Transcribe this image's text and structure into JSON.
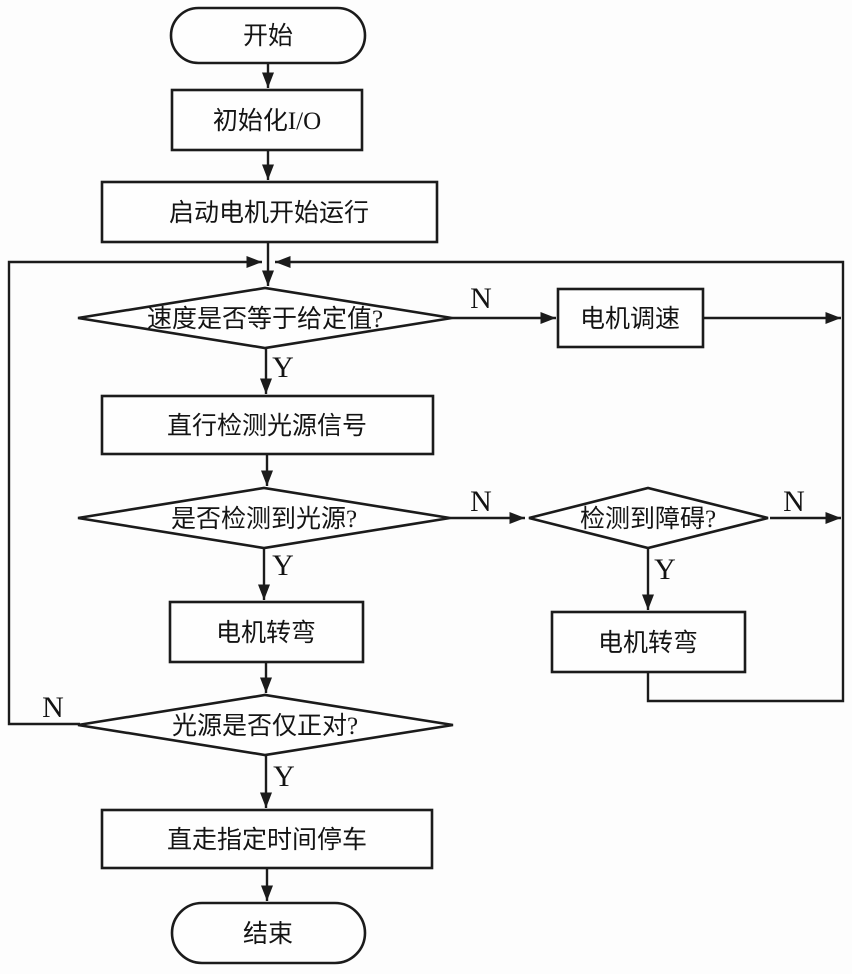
{
  "flowchart": {
    "title_implicit": "",
    "nodes": {
      "start": {
        "type": "terminator",
        "label": "开始"
      },
      "init_io": {
        "type": "process",
        "label": "初始化I/O"
      },
      "start_motor": {
        "type": "process",
        "label": "启动电机开始运行"
      },
      "speed_equal": {
        "type": "decision",
        "label": "速度是否等于给定值?"
      },
      "motor_speed_adjust": {
        "type": "process",
        "label": "电机调速"
      },
      "straight_detect_light": {
        "type": "process",
        "label": "直行检测光源信号"
      },
      "light_detected": {
        "type": "decision",
        "label": "是否检测到光源?"
      },
      "obstacle_detected": {
        "type": "decision",
        "label": "检测到障碍?"
      },
      "motor_turn_left": {
        "type": "process",
        "label": "电机转弯"
      },
      "motor_turn_right": {
        "type": "process",
        "label": "电机转弯"
      },
      "light_directly_facing": {
        "type": "decision",
        "label": "光源是否仅正对?"
      },
      "straight_timed_stop": {
        "type": "process",
        "label": "直走指定时间停车"
      },
      "end": {
        "type": "terminator",
        "label": "结束"
      }
    },
    "labels": {
      "yes": "Y",
      "no": "N"
    },
    "colors": {
      "line": "#1b1b1b",
      "node_fill": "#fefefe",
      "background": "#fdfdfd"
    }
  }
}
